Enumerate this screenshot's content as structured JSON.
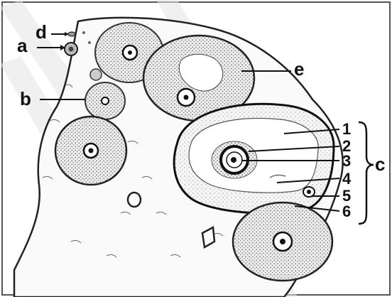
{
  "labels": {
    "a": "a",
    "b": "b",
    "c": "c",
    "d": "d",
    "e": "e",
    "n1": "1",
    "n2": "2",
    "n3": "3",
    "n4": "4",
    "n5": "5",
    "n6": "6"
  },
  "colors": {
    "ink": "#111111",
    "stipple": "#8a8a8a",
    "tissue": "#d9d9d9",
    "frame": "#555555",
    "watermark": "#e2e2e2"
  }
}
